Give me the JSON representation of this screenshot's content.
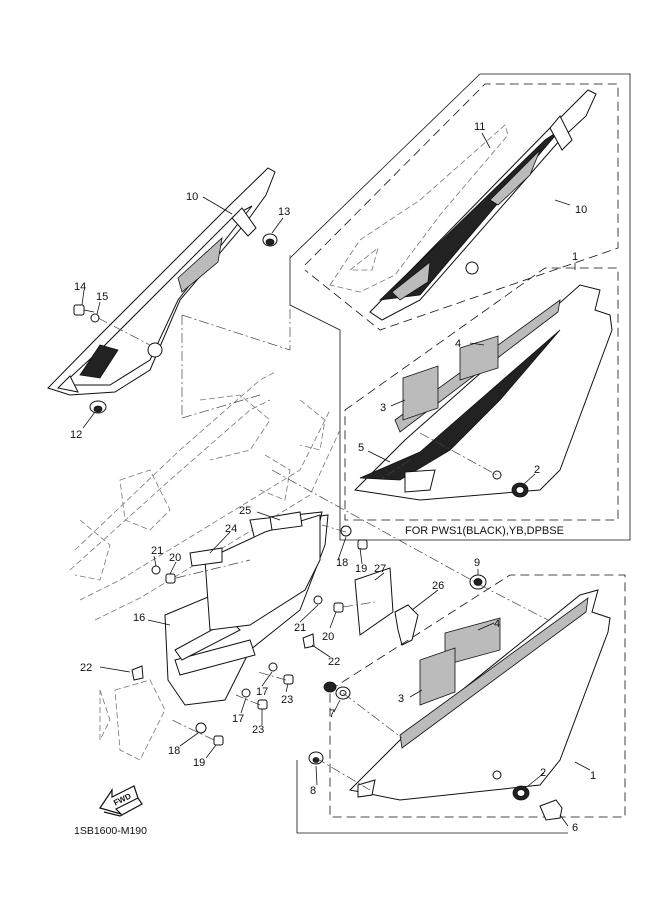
{
  "diagram": {
    "code": "1SB1600-M190",
    "fwd_label": "FWD",
    "variant_note": "FOR PWS1(BLACK),YB,DPBSE",
    "callouts": [
      {
        "id": "c10a",
        "text": "10"
      },
      {
        "id": "c13",
        "text": "13"
      },
      {
        "id": "c14",
        "text": "14"
      },
      {
        "id": "c15",
        "text": "15"
      },
      {
        "id": "c12",
        "text": "12"
      },
      {
        "id": "c11",
        "text": "11"
      },
      {
        "id": "c10b",
        "text": "10"
      },
      {
        "id": "c1a",
        "text": "1"
      },
      {
        "id": "c4a",
        "text": "4"
      },
      {
        "id": "c3a",
        "text": "3"
      },
      {
        "id": "c5",
        "text": "5"
      },
      {
        "id": "c2a",
        "text": "2"
      },
      {
        "id": "c25",
        "text": "25"
      },
      {
        "id": "c24",
        "text": "24"
      },
      {
        "id": "c21a",
        "text": "21"
      },
      {
        "id": "c20a",
        "text": "20"
      },
      {
        "id": "c18a",
        "text": "18"
      },
      {
        "id": "c19a",
        "text": "19"
      },
      {
        "id": "c27",
        "text": "27"
      },
      {
        "id": "c26",
        "text": "26"
      },
      {
        "id": "c9",
        "text": "9"
      },
      {
        "id": "c16",
        "text": "16"
      },
      {
        "id": "c21b",
        "text": "21"
      },
      {
        "id": "c20b",
        "text": "20"
      },
      {
        "id": "c22a",
        "text": "22"
      },
      {
        "id": "c22b",
        "text": "22"
      },
      {
        "id": "c17a",
        "text": "17"
      },
      {
        "id": "c23a",
        "text": "23"
      },
      {
        "id": "c17b",
        "text": "17"
      },
      {
        "id": "c23b",
        "text": "23"
      },
      {
        "id": "c18b",
        "text": "18"
      },
      {
        "id": "c19b",
        "text": "19"
      },
      {
        "id": "c4b",
        "text": "4"
      },
      {
        "id": "c3b",
        "text": "3"
      },
      {
        "id": "c7",
        "text": "7"
      },
      {
        "id": "c8",
        "text": "8"
      },
      {
        "id": "c2b",
        "text": "2"
      },
      {
        "id": "c1b",
        "text": "1"
      },
      {
        "id": "c6",
        "text": "6"
      }
    ]
  }
}
